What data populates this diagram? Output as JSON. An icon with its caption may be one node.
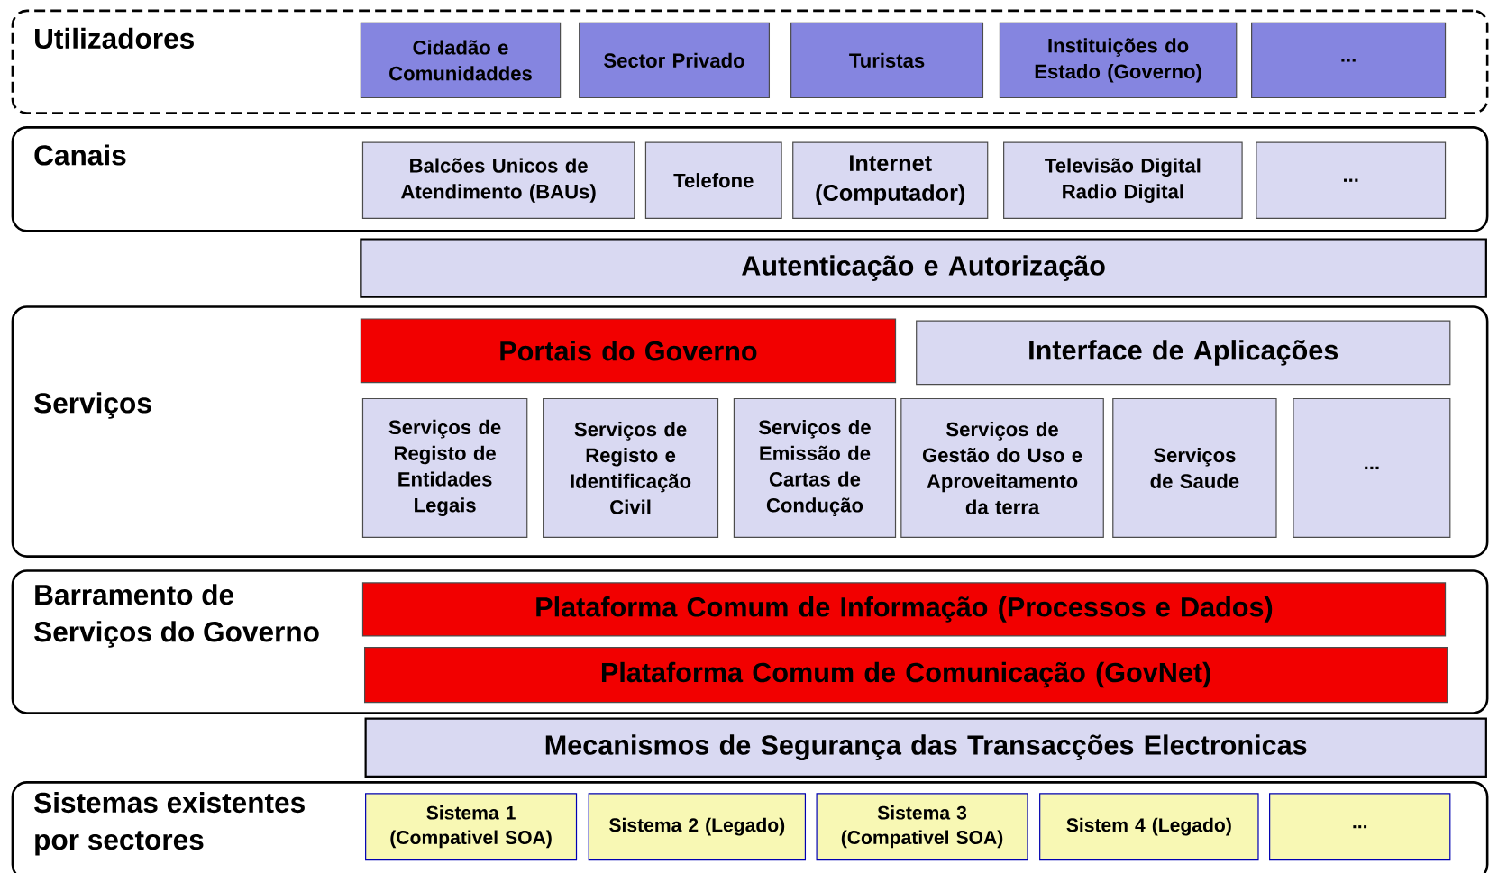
{
  "diagram": {
    "nodes": [
      {
        "text": [
          "Utilizadores"
        ]
      },
      {
        "text": [
          "Cidadão e Comunidaddes"
        ],
        "in": 0
      },
      {
        "text": [
          "Sector Privado"
        ],
        "in": 0
      },
      {
        "text": [
          "Turistas"
        ],
        "in": 0
      },
      {
        "text": [
          "Instituições do Estado (Governo)"
        ],
        "in": 0
      },
      {
        "text": [
          "..."
        ],
        "in": 0
      },
      {
        "text": [
          "Canais"
        ]
      },
      {
        "text": [
          "Balcões Unicos de Atendimento (BAUs)"
        ],
        "in": 6
      },
      {
        "text": [
          "Telefone"
        ],
        "in": 6
      },
      {
        "text": [
          "Internet (Computador)"
        ],
        "in": 6
      },
      {
        "text": [
          "Televisão Digital Radio Digital"
        ],
        "in": 6
      },
      {
        "text": [
          "..."
        ],
        "in": 6
      },
      {
        "text": [
          "Autenticação e Autorização"
        ]
      },
      {
        "text": [
          "Serviços"
        ]
      },
      {
        "text": [
          "Portais do Governo"
        ],
        "in": 13
      },
      {
        "text": [
          "Interface de Aplicações"
        ],
        "in": 13
      },
      {
        "text": [
          "Serviços de Registo de Entidades Legais"
        ],
        "in": 13
      },
      {
        "text": [
          "Serviços de Registo e Identificação Civil"
        ],
        "in": 13
      },
      {
        "text": [
          "Serviços de Emissão de Cartas de Condução"
        ],
        "in": 13
      },
      {
        "text": [
          "Serviços de Gestão do Uso e Aproveitamento da terra"
        ],
        "in": 13
      },
      {
        "text": [
          "Serviços de Saude"
        ],
        "in": 13
      },
      {
        "text": [
          "..."
        ],
        "in": 13
      },
      {
        "text": [
          "Barramento de Serviços do Governo"
        ]
      },
      {
        "text": [
          "Plataforma Comum de Informação (Processos e Dados)"
        ],
        "in": 22
      },
      {
        "text": [
          "Plataforma Comum de Comunicação (GovNet)"
        ],
        "in": 22
      },
      {
        "text": [
          "Mecanismos de Segurança das Transacções Electronicas"
        ]
      },
      {
        "text": [
          "Sistemas existentes por sectores"
        ]
      },
      {
        "text": [
          "Sistema 1 (Compativel SOA)"
        ],
        "in": 26
      },
      {
        "text": [
          "Sistema 2 (Legado)"
        ],
        "in": 26
      },
      {
        "text": [
          "Sistema 3 (Compativel SOA)"
        ],
        "in": 26
      },
      {
        "text": [
          "Sistem 4 (Legado)"
        ],
        "in": 26
      },
      {
        "text": [
          "..."
        ],
        "in": 26
      }
    ]
  }
}
